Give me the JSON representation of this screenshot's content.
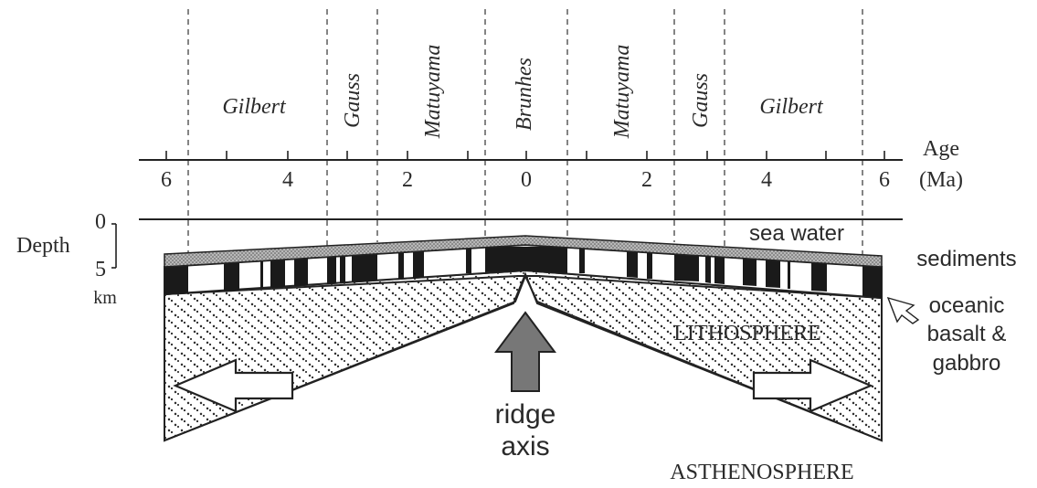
{
  "epochs_left": [
    "Gilbert",
    "Gauss",
    "Matuyama"
  ],
  "epoch_center": "Brunhes",
  "epochs_right": [
    "Matuyama",
    "Gauss",
    "Gilbert"
  ],
  "age_axis": {
    "label_line1": "Age",
    "label_line2": "(Ma)",
    "ticks_left": [
      "6",
      "4",
      "2",
      "0"
    ],
    "ticks_right": [
      "2",
      "4",
      "6"
    ]
  },
  "depth_axis": {
    "label": "Depth",
    "top_value": "0",
    "bottom_value": "5",
    "unit": "km"
  },
  "layers": {
    "sea_water": "sea water",
    "sediments": "sediments",
    "crust_line1": "oceanic",
    "crust_line2": "basalt &",
    "crust_line3": "gabbro",
    "lithosphere": "LITHOSPHERE",
    "asthenosphere": "ASTHENOSPHERE"
  },
  "ridge": {
    "line1": "ridge",
    "line2": "axis"
  },
  "colors": {
    "ink": "#2a2a2a",
    "normal_polarity": "#1a1a1a",
    "sediment": "#8c8c8c"
  }
}
